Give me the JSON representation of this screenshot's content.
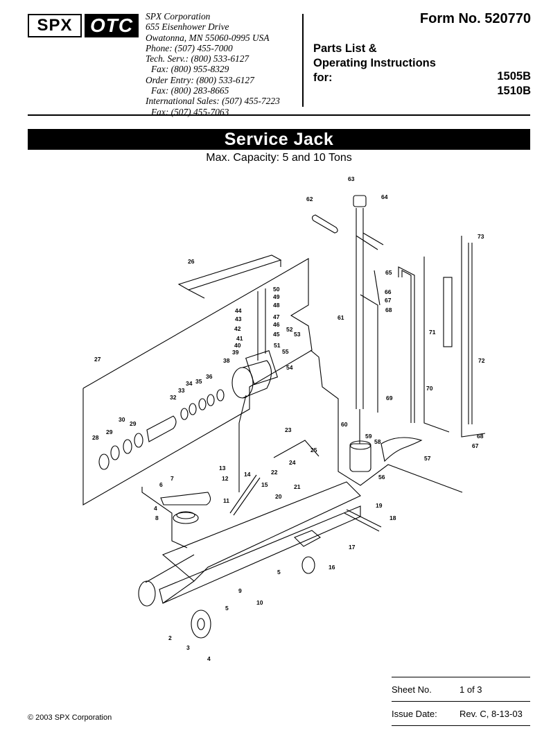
{
  "header": {
    "logo_left": "SPX",
    "logo_right": "OTC",
    "address_lines": [
      "SPX Corporation",
      "655 Eisenhower Drive",
      "Owatonna, MN  55060-0995  USA",
      "Phone: (507) 455-7000",
      "Tech. Serv.: (800) 533-6127",
      "Fax: (800) 955-8329",
      "Order Entry: (800) 533-6127",
      "Fax: (800) 283-8665",
      "International Sales: (507) 455-7223",
      "Fax: (507) 455-7063"
    ],
    "form_no": "Form No. 520770",
    "parts_title_lines": [
      "Parts List &",
      "Operating Instructions",
      "for:"
    ],
    "models": [
      "1505B",
      "1510B"
    ]
  },
  "title": "Service Jack",
  "subtitle": "Max. Capacity: 5 and 10 Tons",
  "diagram": {
    "callouts": [
      "2",
      "3",
      "4",
      "4",
      "5",
      "5",
      "6",
      "7",
      "8",
      "9",
      "10",
      "11",
      "12",
      "13",
      "14",
      "15",
      "16",
      "17",
      "18",
      "19",
      "20",
      "21",
      "22",
      "23",
      "24",
      "25",
      "26",
      "27",
      "28",
      "29",
      "29",
      "30",
      "32",
      "33",
      "34",
      "35",
      "36",
      "38",
      "39",
      "40",
      "41",
      "42",
      "43",
      "44",
      "45",
      "46",
      "47",
      "48",
      "49",
      "50",
      "51",
      "52",
      "53",
      "54",
      "55",
      "56",
      "57",
      "58",
      "59",
      "60",
      "61",
      "62",
      "63",
      "64",
      "65",
      "66",
      "67",
      "67",
      "68",
      "68",
      "69",
      "70",
      "71",
      "72",
      "73"
    ]
  },
  "footer": {
    "sheet_label": "Sheet No.",
    "sheet_value": "1 of 3",
    "issue_label": "Issue Date:",
    "issue_value": "Rev. C,  8-13-03",
    "copyright": "© 2003 SPX Corporation"
  }
}
